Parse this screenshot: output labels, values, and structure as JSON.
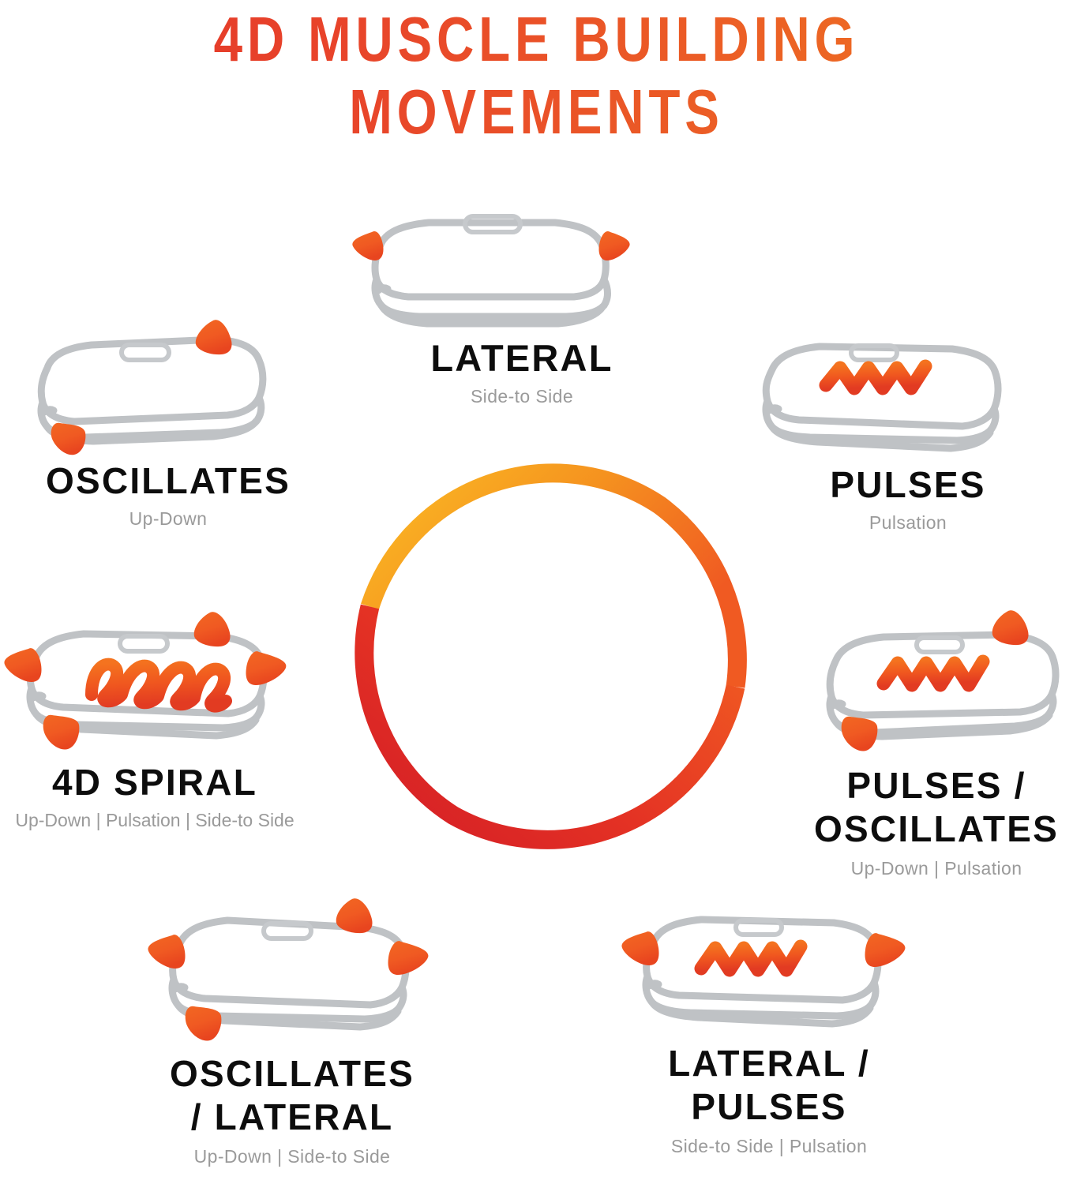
{
  "title": {
    "line1": "4D MUSCLE BUILDING",
    "line2": "MOVEMENTS",
    "color_start": "#E5392A",
    "color_end": "#EE7022"
  },
  "colors": {
    "accent_orange": "#F05A22",
    "accent_red": "#D8232A",
    "accent_yellow": "#F9B124",
    "device_gray": "#BFC2C5",
    "label_black": "#0D0D0D",
    "sub_gray": "#9A9A9A"
  },
  "center_ring": {
    "name": "gradient-progress-ring",
    "stops": [
      "#F9B124",
      "#F5901F",
      "#F05A22",
      "#E03024",
      "#D8232A"
    ],
    "stroke_width": 24,
    "diameter": 512
  },
  "movements": [
    {
      "id": "lateral",
      "label": "LATERAL",
      "sub": "Side-to Side",
      "arrows": [
        "left",
        "right"
      ],
      "wave": "none"
    },
    {
      "id": "oscillates",
      "label": "OSCILLATES",
      "sub": "Up-Down",
      "arrows": [
        "up",
        "down"
      ],
      "wave": "none"
    },
    {
      "id": "pulses",
      "label": "PULSES",
      "sub": "Pulsation",
      "arrows": [],
      "wave": "zigzag"
    },
    {
      "id": "4d-spiral",
      "label": "4D SPIRAL",
      "sub": "Up-Down | Pulsation | Side-to Side",
      "arrows": [
        "up",
        "down",
        "left",
        "right"
      ],
      "wave": "spiral"
    },
    {
      "id": "pulses-oscillates",
      "label": "PULSES /\nOSCILLATES",
      "sub": "Up-Down | Pulsation",
      "arrows": [
        "up",
        "down"
      ],
      "wave": "zigzag"
    },
    {
      "id": "oscillates-lateral",
      "label": "OSCILLATES\n/ LATERAL",
      "sub": "Up-Down | Side-to Side",
      "arrows": [
        "up",
        "down",
        "left",
        "right"
      ],
      "wave": "none"
    },
    {
      "id": "lateral-pulses",
      "label": "LATERAL /\nPULSES",
      "sub": "Side-to Side | Pulsation",
      "arrows": [
        "left",
        "right"
      ],
      "wave": "zigzag"
    }
  ]
}
